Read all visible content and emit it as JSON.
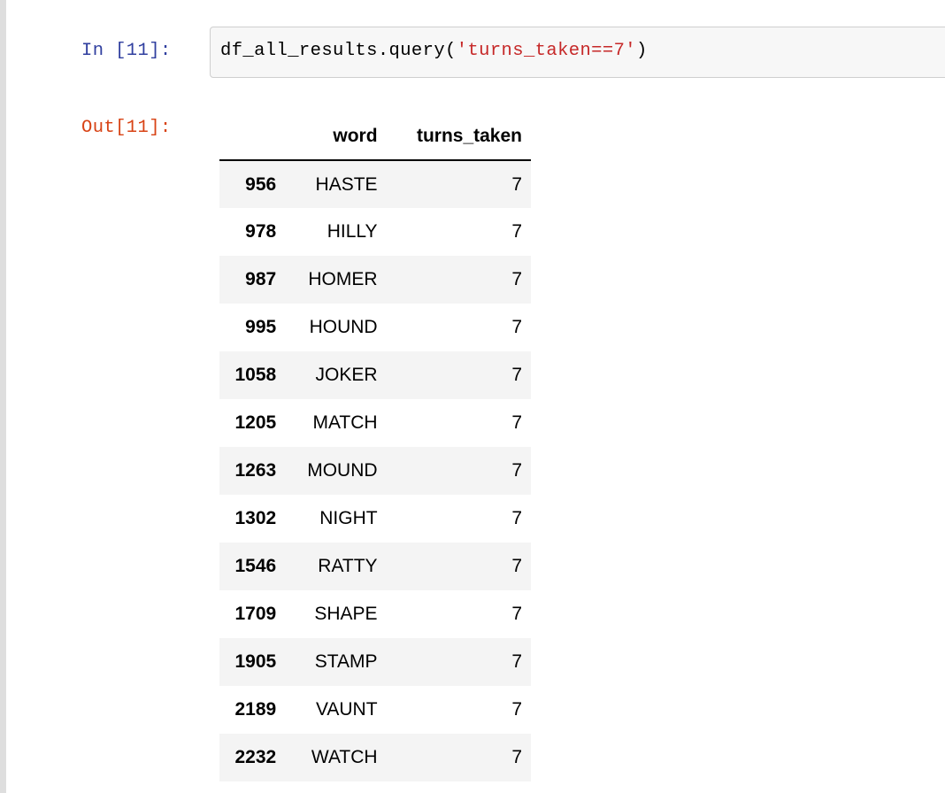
{
  "notebook": {
    "input_prompt": "In [11]:",
    "output_prompt": "Out[11]:",
    "prompt_in_color": "#303F9F",
    "prompt_out_color": "#D84315",
    "code": {
      "before_string": "df_all_results.query(",
      "string_literal": "'turns_taken==7'",
      "after_string": ")",
      "string_color": "#C62828"
    }
  },
  "dataframe": {
    "columns": [
      "word",
      "turns_taken"
    ],
    "index_header": "",
    "rows": [
      {
        "index": "956",
        "word": "HASTE",
        "turns_taken": "7"
      },
      {
        "index": "978",
        "word": "HILLY",
        "turns_taken": "7"
      },
      {
        "index": "987",
        "word": "HOMER",
        "turns_taken": "7"
      },
      {
        "index": "995",
        "word": "HOUND",
        "turns_taken": "7"
      },
      {
        "index": "1058",
        "word": "JOKER",
        "turns_taken": "7"
      },
      {
        "index": "1205",
        "word": "MATCH",
        "turns_taken": "7"
      },
      {
        "index": "1263",
        "word": "MOUND",
        "turns_taken": "7"
      },
      {
        "index": "1302",
        "word": "NIGHT",
        "turns_taken": "7"
      },
      {
        "index": "1546",
        "word": "RATTY",
        "turns_taken": "7"
      },
      {
        "index": "1709",
        "word": "SHAPE",
        "turns_taken": "7"
      },
      {
        "index": "1905",
        "word": "STAMP",
        "turns_taken": "7"
      },
      {
        "index": "2189",
        "word": "VAUNT",
        "turns_taken": "7"
      },
      {
        "index": "2232",
        "word": "WATCH",
        "turns_taken": "7"
      }
    ]
  }
}
